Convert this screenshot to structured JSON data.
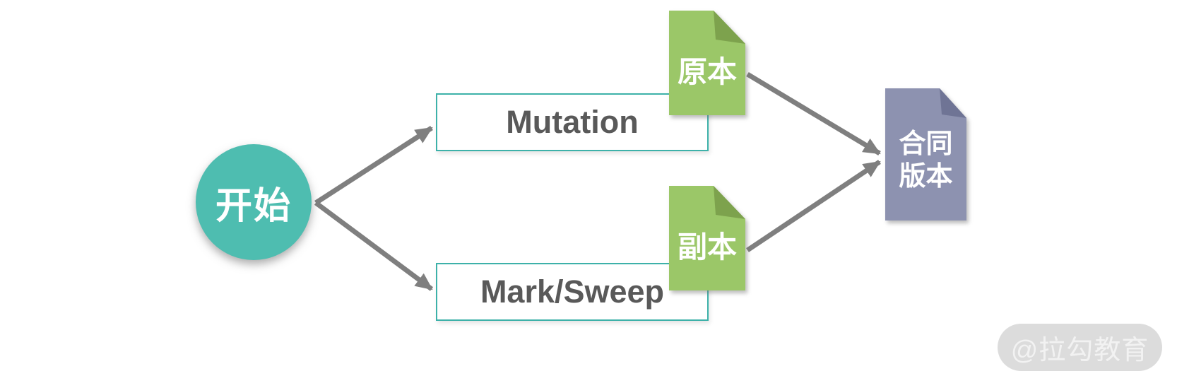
{
  "diagram": {
    "background_color": "#ffffff",
    "arrow_color": "#7f7f7f",
    "nodes": {
      "start": {
        "label": "开始",
        "shape": "circle",
        "fill_color": "#4ebdb0",
        "text_color": "#ffffff"
      },
      "mutation": {
        "label": "Mutation",
        "shape": "rectangle",
        "fill_color": "#ffffff",
        "border_color": "#3db1a9",
        "text_color": "#595959"
      },
      "mark_sweep": {
        "label": "Mark/Sweep",
        "shape": "rectangle",
        "fill_color": "#ffffff",
        "border_color": "#3db1a9",
        "text_color": "#595959"
      },
      "original": {
        "label": "原本",
        "shape": "document",
        "fill_color": "#9bc768",
        "fold_color": "#7da24d",
        "text_color": "#ffffff"
      },
      "copy": {
        "label": "副本",
        "shape": "document",
        "fill_color": "#9bc768",
        "fold_color": "#7da24d",
        "text_color": "#ffffff"
      },
      "merged": {
        "label": "合同版本",
        "lines": [
          "合同",
          "版本"
        ],
        "shape": "document",
        "fill_color": "#8d92b0",
        "fold_color": "#6f7495",
        "text_color": "#ffffff"
      }
    },
    "edges": [
      {
        "from": "start",
        "to": "mutation"
      },
      {
        "from": "start",
        "to": "mark_sweep"
      },
      {
        "from": "original",
        "to": "merged"
      },
      {
        "from": "copy",
        "to": "merged"
      }
    ]
  },
  "watermark": {
    "text": "@拉勾教育",
    "pill_color": "#dcdcdc",
    "text_color": "#f2f2f2"
  }
}
